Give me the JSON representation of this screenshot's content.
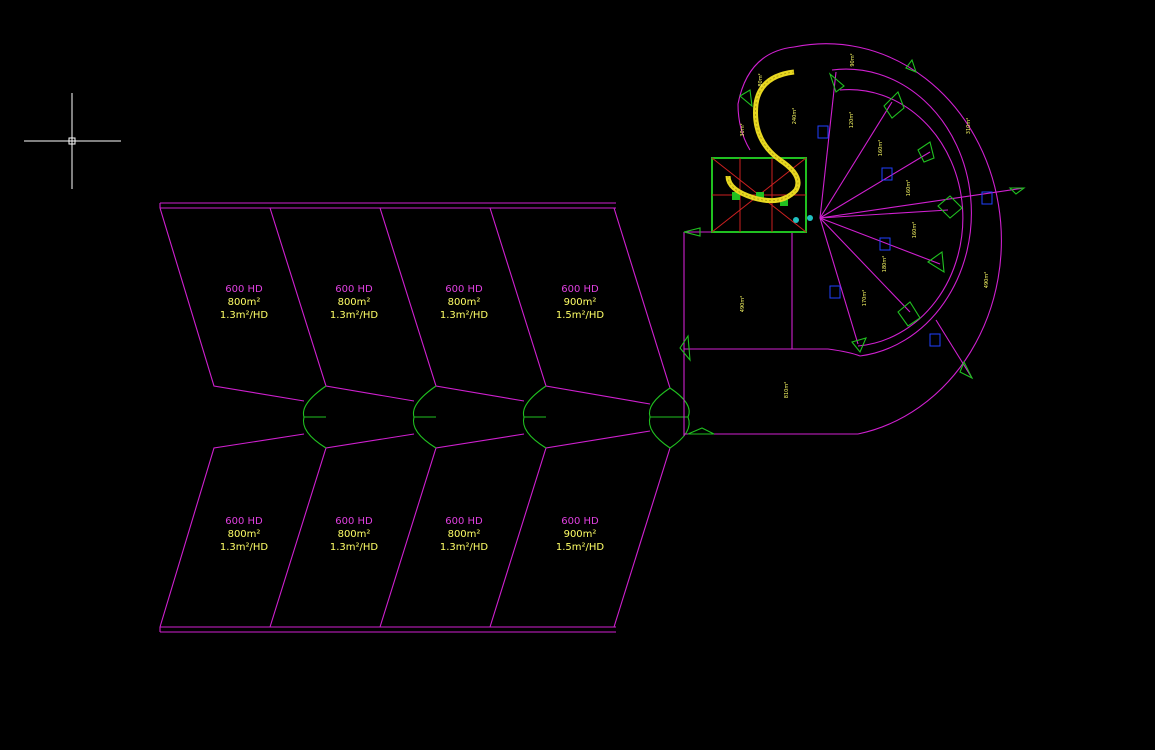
{
  "colors": {
    "background": "#000000",
    "walls": "#d020d0",
    "doors": "#20c020",
    "hd_text": "#e040e0",
    "area_text": "#ffff66",
    "markers": "#2040ff",
    "crosshair": "#ffffff"
  },
  "icons": [
    "crosshair-cursor-icon"
  ],
  "rooms": [
    {
      "hd": "600 HD",
      "area": "800m²",
      "ratio": "1.3m²/HD"
    },
    {
      "hd": "600 HD",
      "area": "800m²",
      "ratio": "1.3m²/HD"
    },
    {
      "hd": "600 HD",
      "area": "800m²",
      "ratio": "1.3m²/HD"
    },
    {
      "hd": "600 HD",
      "area": "900m²",
      "ratio": "1.5m²/HD"
    },
    {
      "hd": "600 HD",
      "area": "800m²",
      "ratio": "1.3m²/HD"
    },
    {
      "hd": "600 HD",
      "area": "800m²",
      "ratio": "1.3m²/HD"
    },
    {
      "hd": "600 HD",
      "area": "800m²",
      "ratio": "1.3m²/HD"
    },
    {
      "hd": "600 HD",
      "area": "900m²",
      "ratio": "1.5m²/HD"
    }
  ],
  "small_labels": [
    "80m²",
    "90m²",
    "240m²",
    "120m²",
    "160m²",
    "310m²",
    "160m²",
    "160m²",
    "180m²",
    "170m²",
    "490m²",
    "490m²",
    "810m²",
    "30m²"
  ]
}
